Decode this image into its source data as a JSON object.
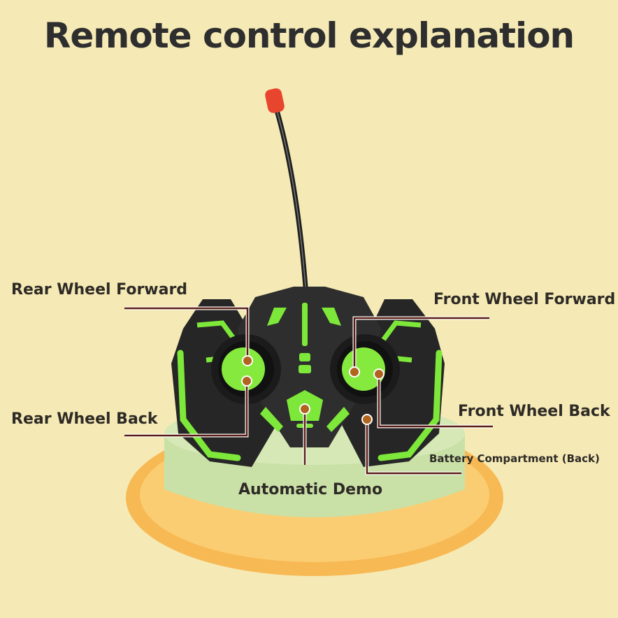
{
  "title": "Remote control explanation",
  "callouts": {
    "rear_wheel_forward": "Rear Wheel Forward",
    "rear_wheel_back": "Rear Wheel Back",
    "front_wheel_forward": "Front Wheel Forward",
    "front_wheel_back": "Front Wheel Back",
    "battery_compartment": "Battery Compartment (Back)",
    "automatic_demo": "Automatic Demo"
  },
  "colors": {
    "background": "#f5eab5",
    "remote_body": "#2b2b2b",
    "accent_green": "#7ee83a",
    "antenna_tip": "#e8452e",
    "base_green": "#c9e0a7",
    "base_orange": "#f7b954",
    "leader_line": "#5a1e14",
    "callout_dot": "#b0641e"
  }
}
